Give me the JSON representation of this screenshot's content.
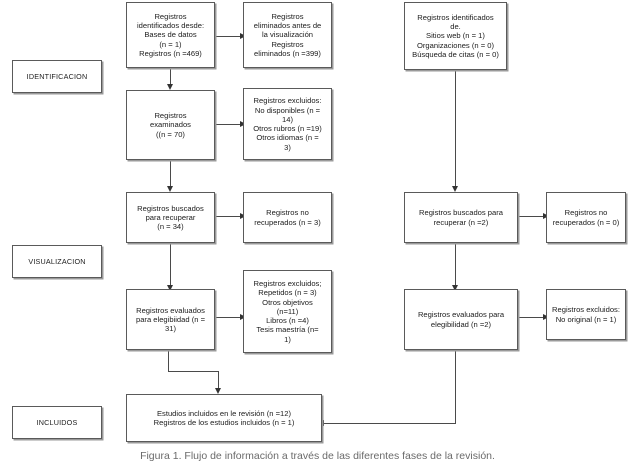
{
  "figure": {
    "caption": "Figura 1. Flujo de información a través de las diferentes fases de la revisión."
  },
  "stages": [
    {
      "id": "identificacion",
      "label": "IDENTIFICACION"
    },
    {
      "id": "visualizacion",
      "label": "VISUALIZACION"
    },
    {
      "id": "incluidos",
      "label": "INCLUIDOS"
    }
  ],
  "boxes": {
    "identified_databases": "Registros\nidentificados desde:\nBases de datos\n(n = 1)\nRegistros (n =469)",
    "removed_before_screening": "Registros\neliminados antes de\nla visualización\nRegistros\neliminados (n =399)",
    "identified_other": "Registros identificados\nde.\nSitios web (n = 1)\nOrganizaciones (n = 0)\nBúsqueda de citas (n = 0)",
    "screened": "Registros\nexaminados\n((n = 70)",
    "excluded_screening": "Registros excluidos:\nNo disponibles (n =\n14)\nOtros rubros (n =19)\nOtros idiomas (n =\n3)",
    "sought_left": "Registros buscados\npara recuperar\n(n = 34)",
    "not_retrieved_left": "Registros no\nrecuperados (n = 3)",
    "sought_right": "Registros buscados para\nrecuperar (n =2)",
    "not_retrieved_right": "Registros no\nrecuperados (n = 0)",
    "eligibility_left": "Registros evaluados\npara elegibiidad (n =\n31)",
    "excluded_eligibility_left": "Registros excluidos;\nRepetidos (n = 3)\nOtros objetivos\n(n=11)\nLibros (n =4)\nTesis maestría (n=\n1)",
    "eligibility_right": "Registros evaluados para\nelegibilidad (n =2)",
    "excluded_eligibility_right": "Registros excluidos:\nNo original (n = 1)",
    "included": "Estudios incluidos en le revisión (n =12)\nRegistros de los estudios incluidos (n = 1)"
  },
  "colors": {
    "box_border": "#5a5a5a",
    "connector": "#4a4a4a",
    "text": "#202020",
    "caption_text": "#6a6a6a",
    "background": "#ffffff"
  }
}
